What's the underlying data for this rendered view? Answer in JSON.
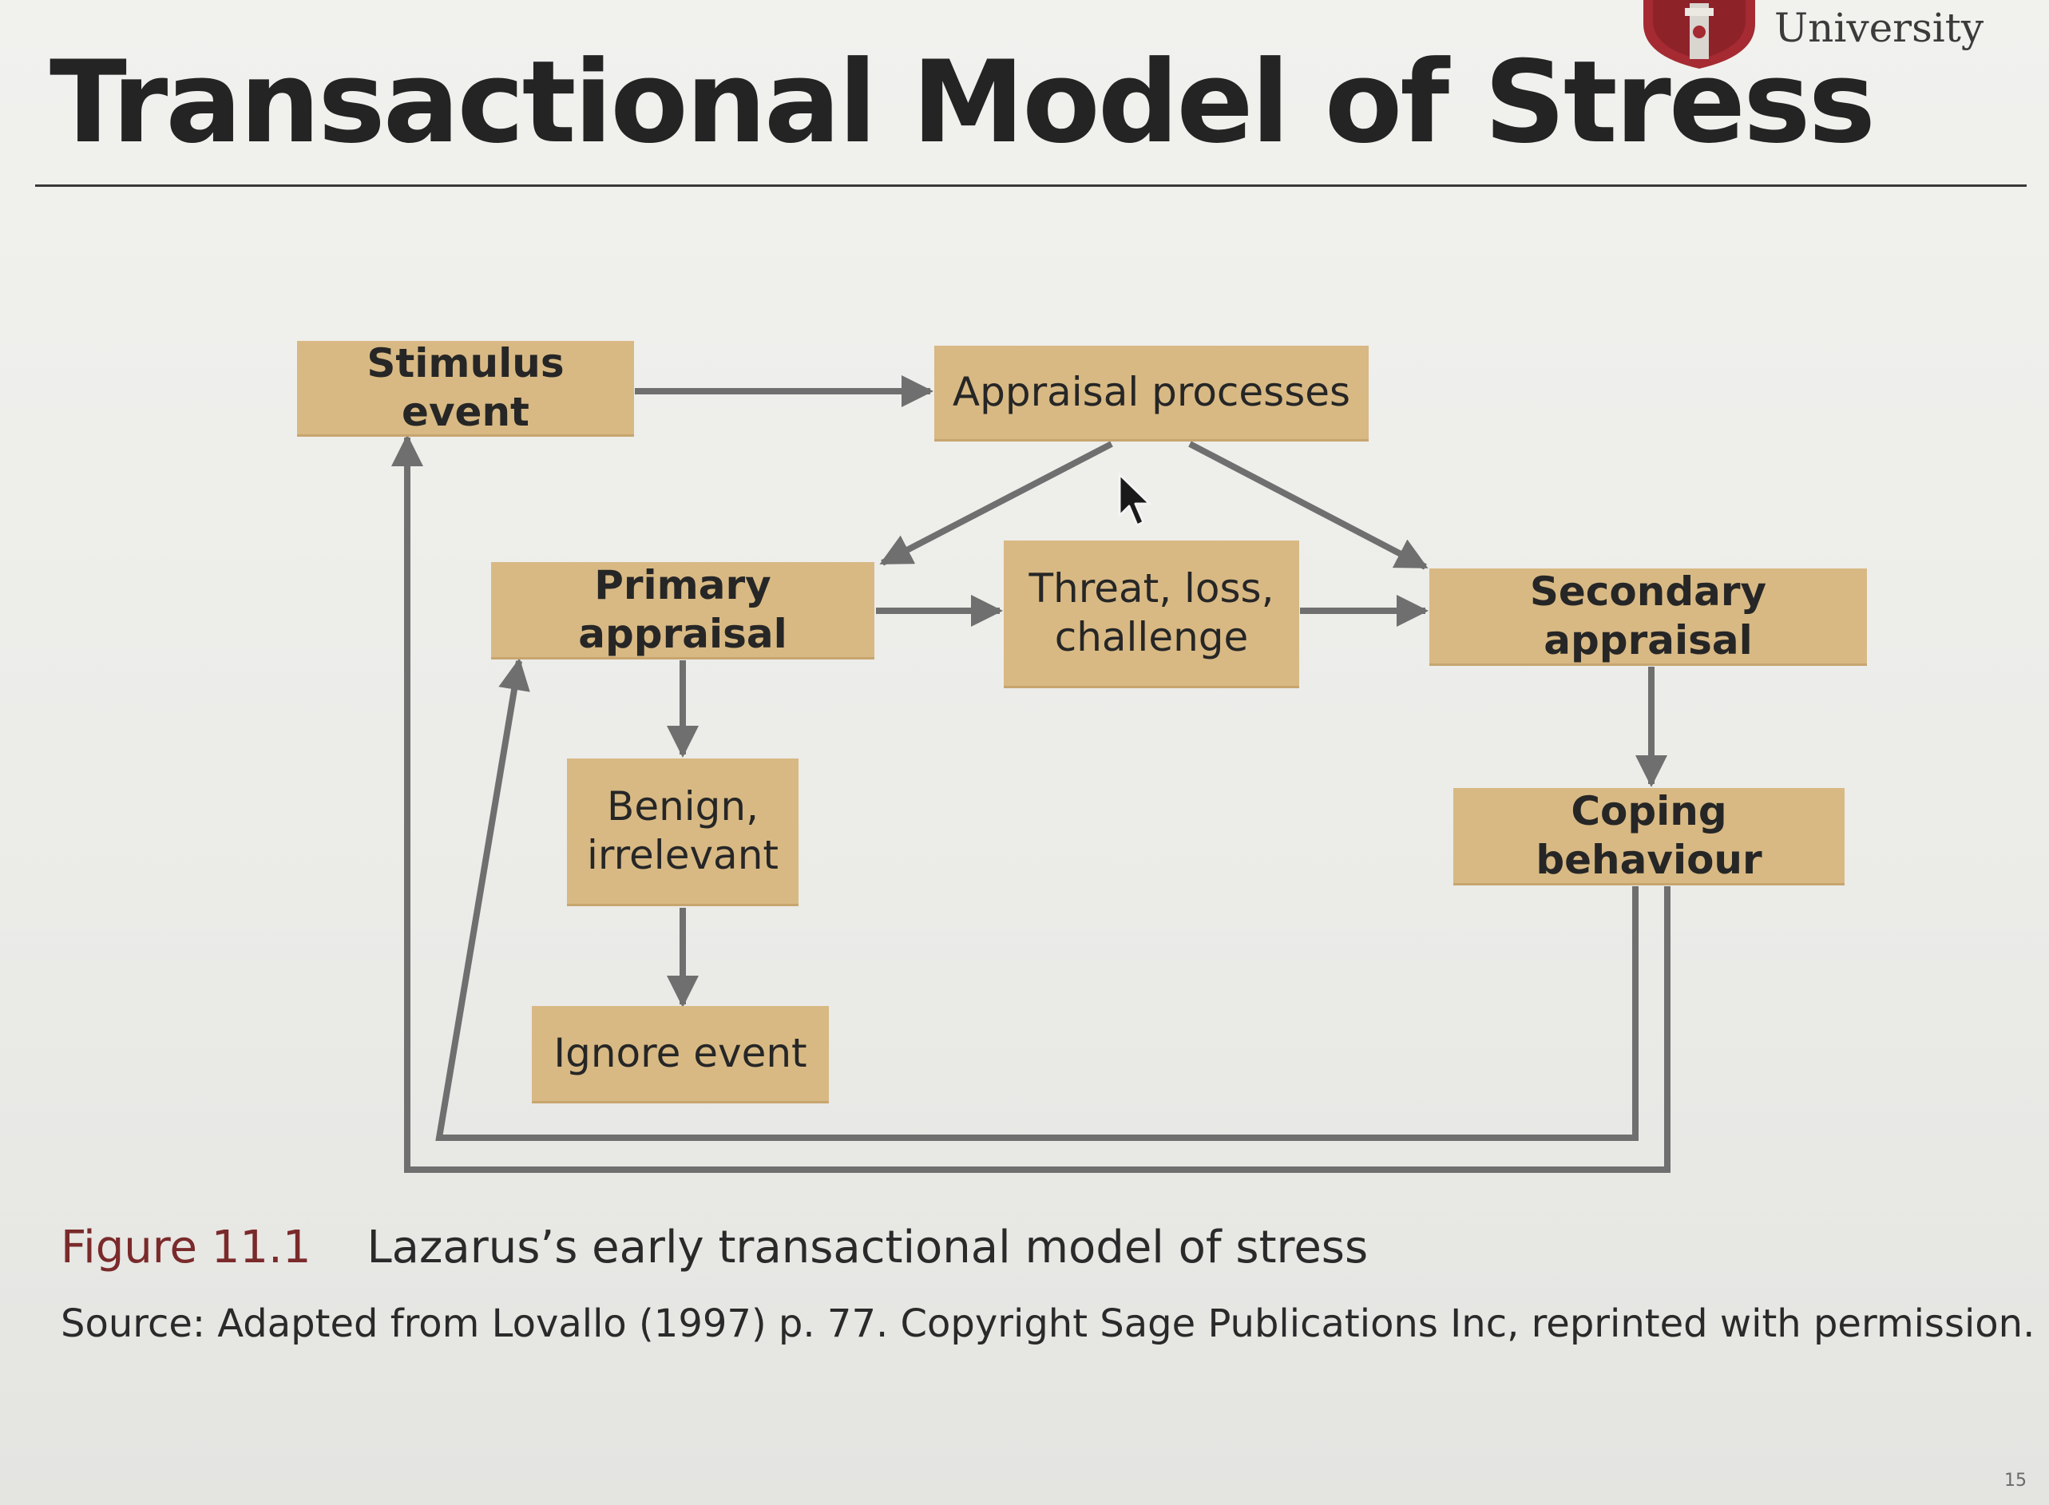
{
  "slide": {
    "title": "Transactional Model of Stress",
    "institution": "University",
    "slide_number": "15"
  },
  "diagram": {
    "nodes": {
      "stimulus_event": "Stimulus event",
      "appraisal_processes": "Appraisal processes",
      "primary_appraisal": "Primary appraisal",
      "threat_loss_challenge": "Threat, loss,\nchallenge",
      "secondary_appraisal": "Secondary appraisal",
      "benign_irrelevant": "Benign,\nirrelevant",
      "coping_behaviour": "Coping behaviour",
      "ignore_event": "Ignore event"
    },
    "edges": [
      [
        "stimulus_event",
        "appraisal_processes"
      ],
      [
        "appraisal_processes",
        "primary_appraisal"
      ],
      [
        "appraisal_processes",
        "secondary_appraisal"
      ],
      [
        "primary_appraisal",
        "threat_loss_challenge"
      ],
      [
        "threat_loss_challenge",
        "secondary_appraisal"
      ],
      [
        "primary_appraisal",
        "benign_irrelevant"
      ],
      [
        "benign_irrelevant",
        "ignore_event"
      ],
      [
        "secondary_appraisal",
        "coping_behaviour"
      ],
      [
        "coping_behaviour",
        "primary_appraisal"
      ],
      [
        "coping_behaviour",
        "stimulus_event"
      ]
    ],
    "box_color": "#d8b984",
    "arrow_color": "#6f6f6f"
  },
  "caption": {
    "figure_label": "Figure 11.1",
    "figure_text": "Lazarus’s early transactional model of stress",
    "source": "Source: Adapted from Lovallo (1997) p. 77. Copyright Sage Publications Inc, reprinted with permission."
  },
  "colors": {
    "logo_red": "#a52a32",
    "caption_label": "#7a2a2a"
  }
}
